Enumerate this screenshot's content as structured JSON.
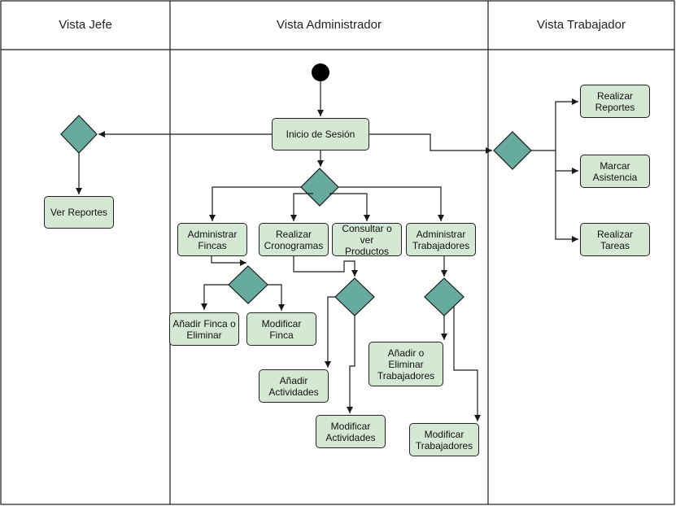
{
  "colors": {
    "node_fill": "#d5e8d4",
    "decision_fill": "#67ab9f",
    "stroke": "#1a1a1a"
  },
  "lanes": {
    "jefe": "Vista Jefe",
    "administrador": "Vista Administrador",
    "trabajador": "Vista Trabajador"
  },
  "nodes": {
    "inicio_sesion": "Inicio de Sesión",
    "ver_reportes": "Ver Reportes",
    "realizar_reportes": "Realizar\nReportes",
    "marcar_asistencia": "Marcar\nAsistencia",
    "realizar_tareas": "Realizar\nTareas",
    "administrar_fincas": "Administrar\nFincas",
    "realizar_cronogramas": "Realizar\nCronogramas",
    "consultar_productos": "Consultar o ver\nProductos",
    "administrar_trabajadores": "Administrar\nTrabajadores",
    "anadir_finca": "Añadir Finca o\nEliminar",
    "modificar_finca": "Modificar Finca",
    "anadir_actividades": "Añadir\nActividades",
    "modificar_actividades": "Modificar\nActividades",
    "anadir_trabajadores": "Añadir o\nEliminar\nTrabajadores",
    "modificar_trabajadores": "Modificar\nTrabajadores"
  }
}
